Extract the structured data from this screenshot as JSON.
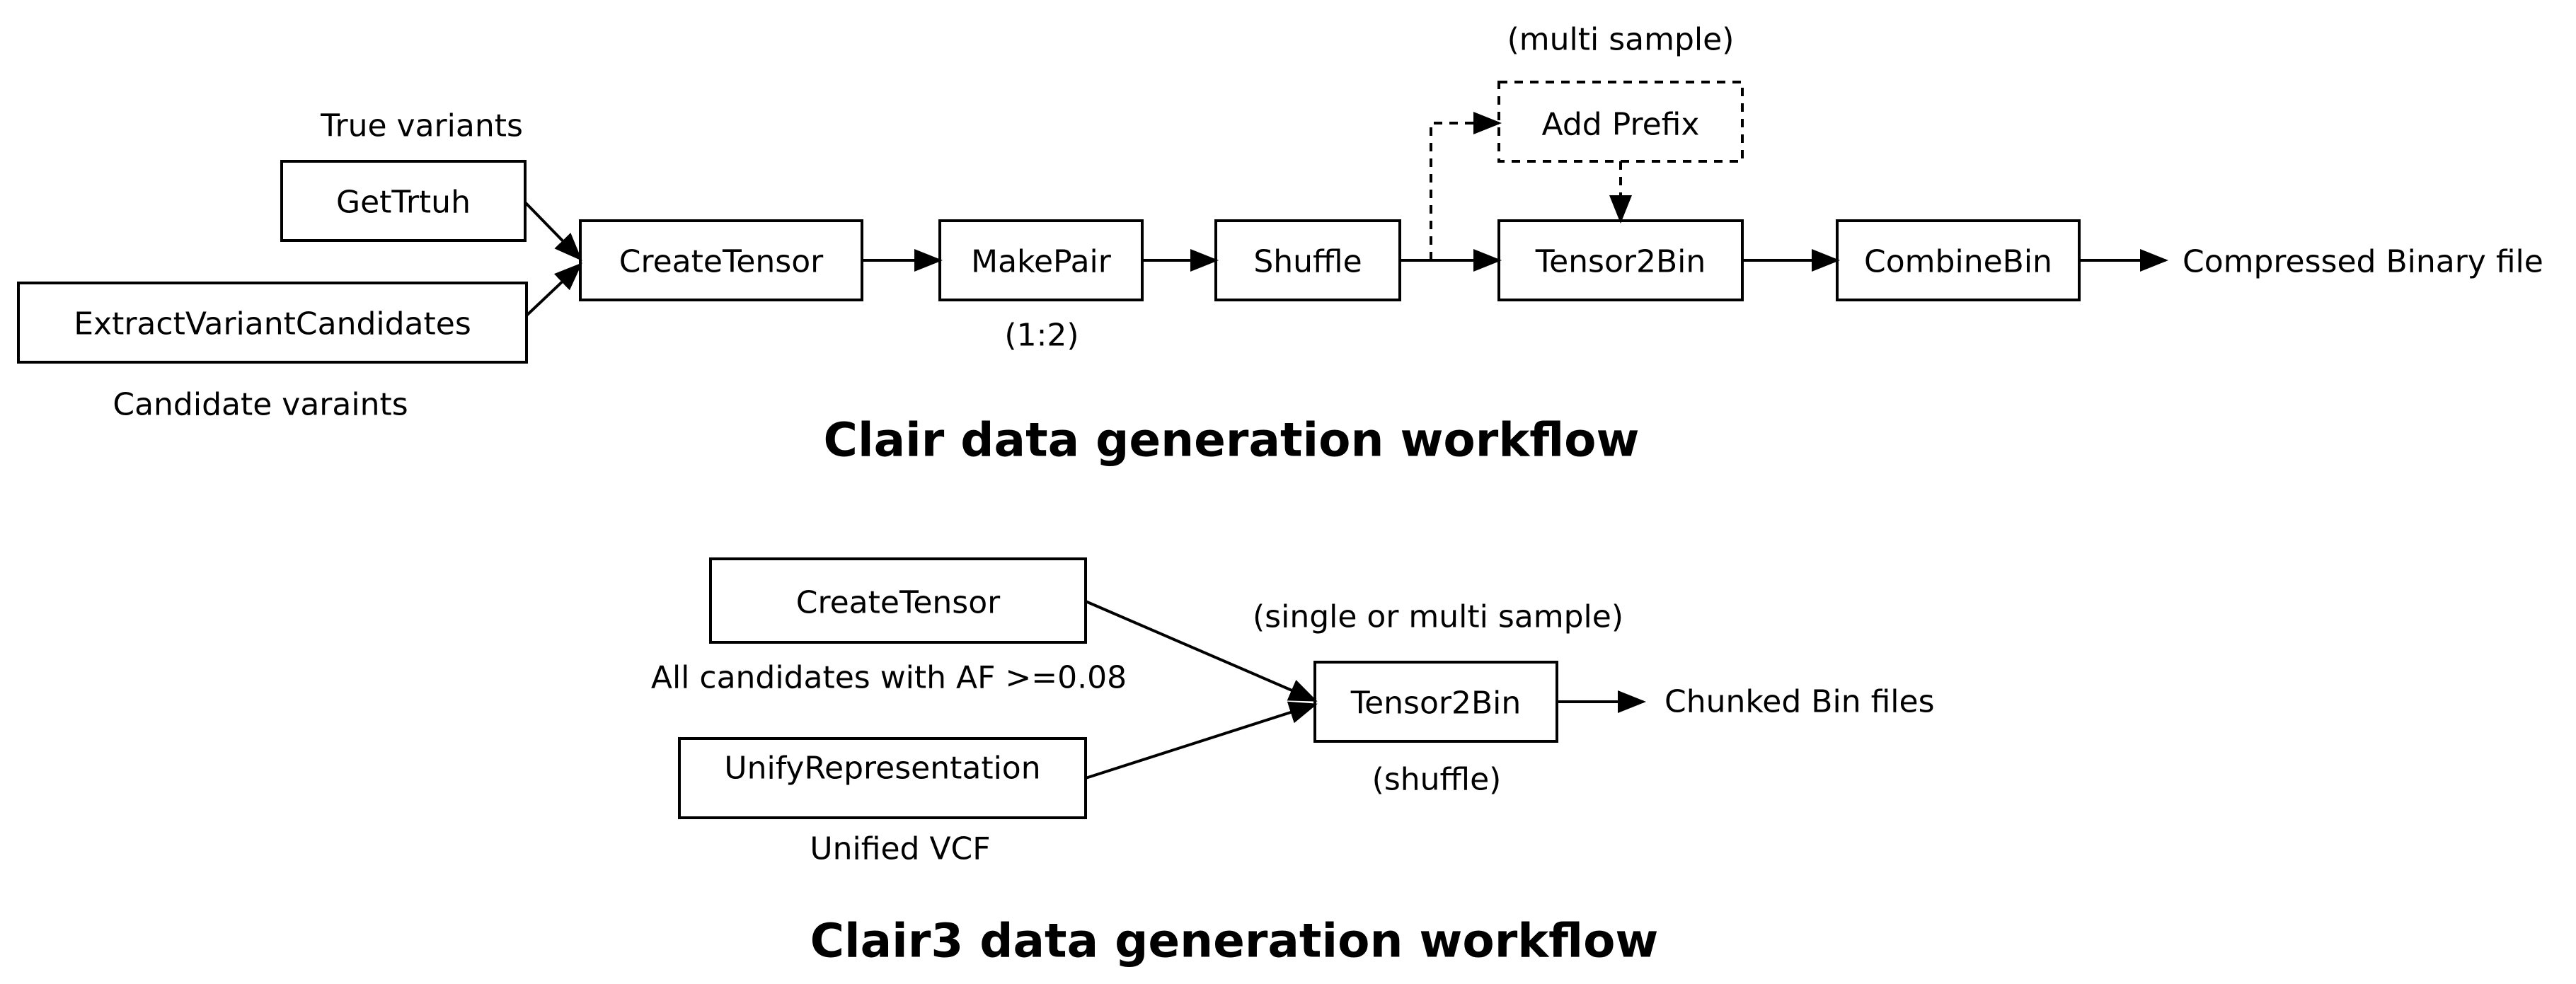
{
  "colors": {
    "stroke": "#000000",
    "background": "#ffffff"
  },
  "top": {
    "title": "Clair data generation workflow",
    "nodes": {
      "get_truth": "GetTrtuh",
      "extract": "ExtractVariantCandidates",
      "create_tensor": "CreateTensor",
      "make_pair": "MakePair",
      "shuffle": "Shuffle",
      "add_prefix": "Add Prefix",
      "tensor2bin": "Tensor2Bin",
      "combine_bin": "CombineBin"
    },
    "notes": {
      "true_variants": "True variants",
      "candidate_variants": "Candidate varaints",
      "ratio": "(1:2)",
      "multi_sample": "(multi sample)",
      "output": "Compressed Binary file"
    }
  },
  "bottom": {
    "title": "Clair3 data generation workflow",
    "nodes": {
      "create_tensor": "CreateTensor",
      "unify": "UnifyRepresentation",
      "tensor2bin": "Tensor2Bin"
    },
    "notes": {
      "candidates_af": "All candidates with AF >=0.08",
      "unified_vcf": "Unified VCF",
      "single_or_multi": "(single or multi sample)",
      "shuffle": "(shuffle)",
      "output": "Chunked Bin files"
    }
  }
}
